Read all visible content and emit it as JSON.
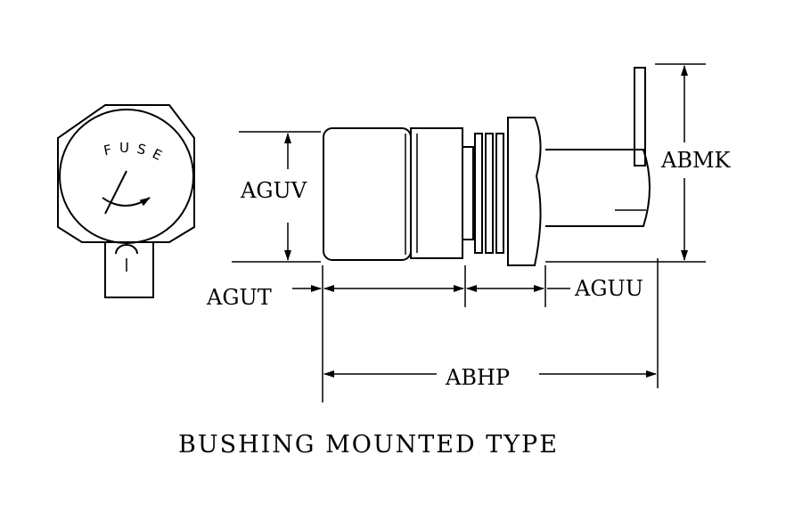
{
  "diagram": {
    "front_view": {
      "fuse_label": "FUSE"
    },
    "dimensions": {
      "height_body": "AGUV",
      "height_lever": "ABMK",
      "cap_length": "AGUT",
      "bushing_length": "AGUU",
      "overall_length": "ABHP"
    },
    "caption": "BUSHING MOUNTED TYPE"
  }
}
